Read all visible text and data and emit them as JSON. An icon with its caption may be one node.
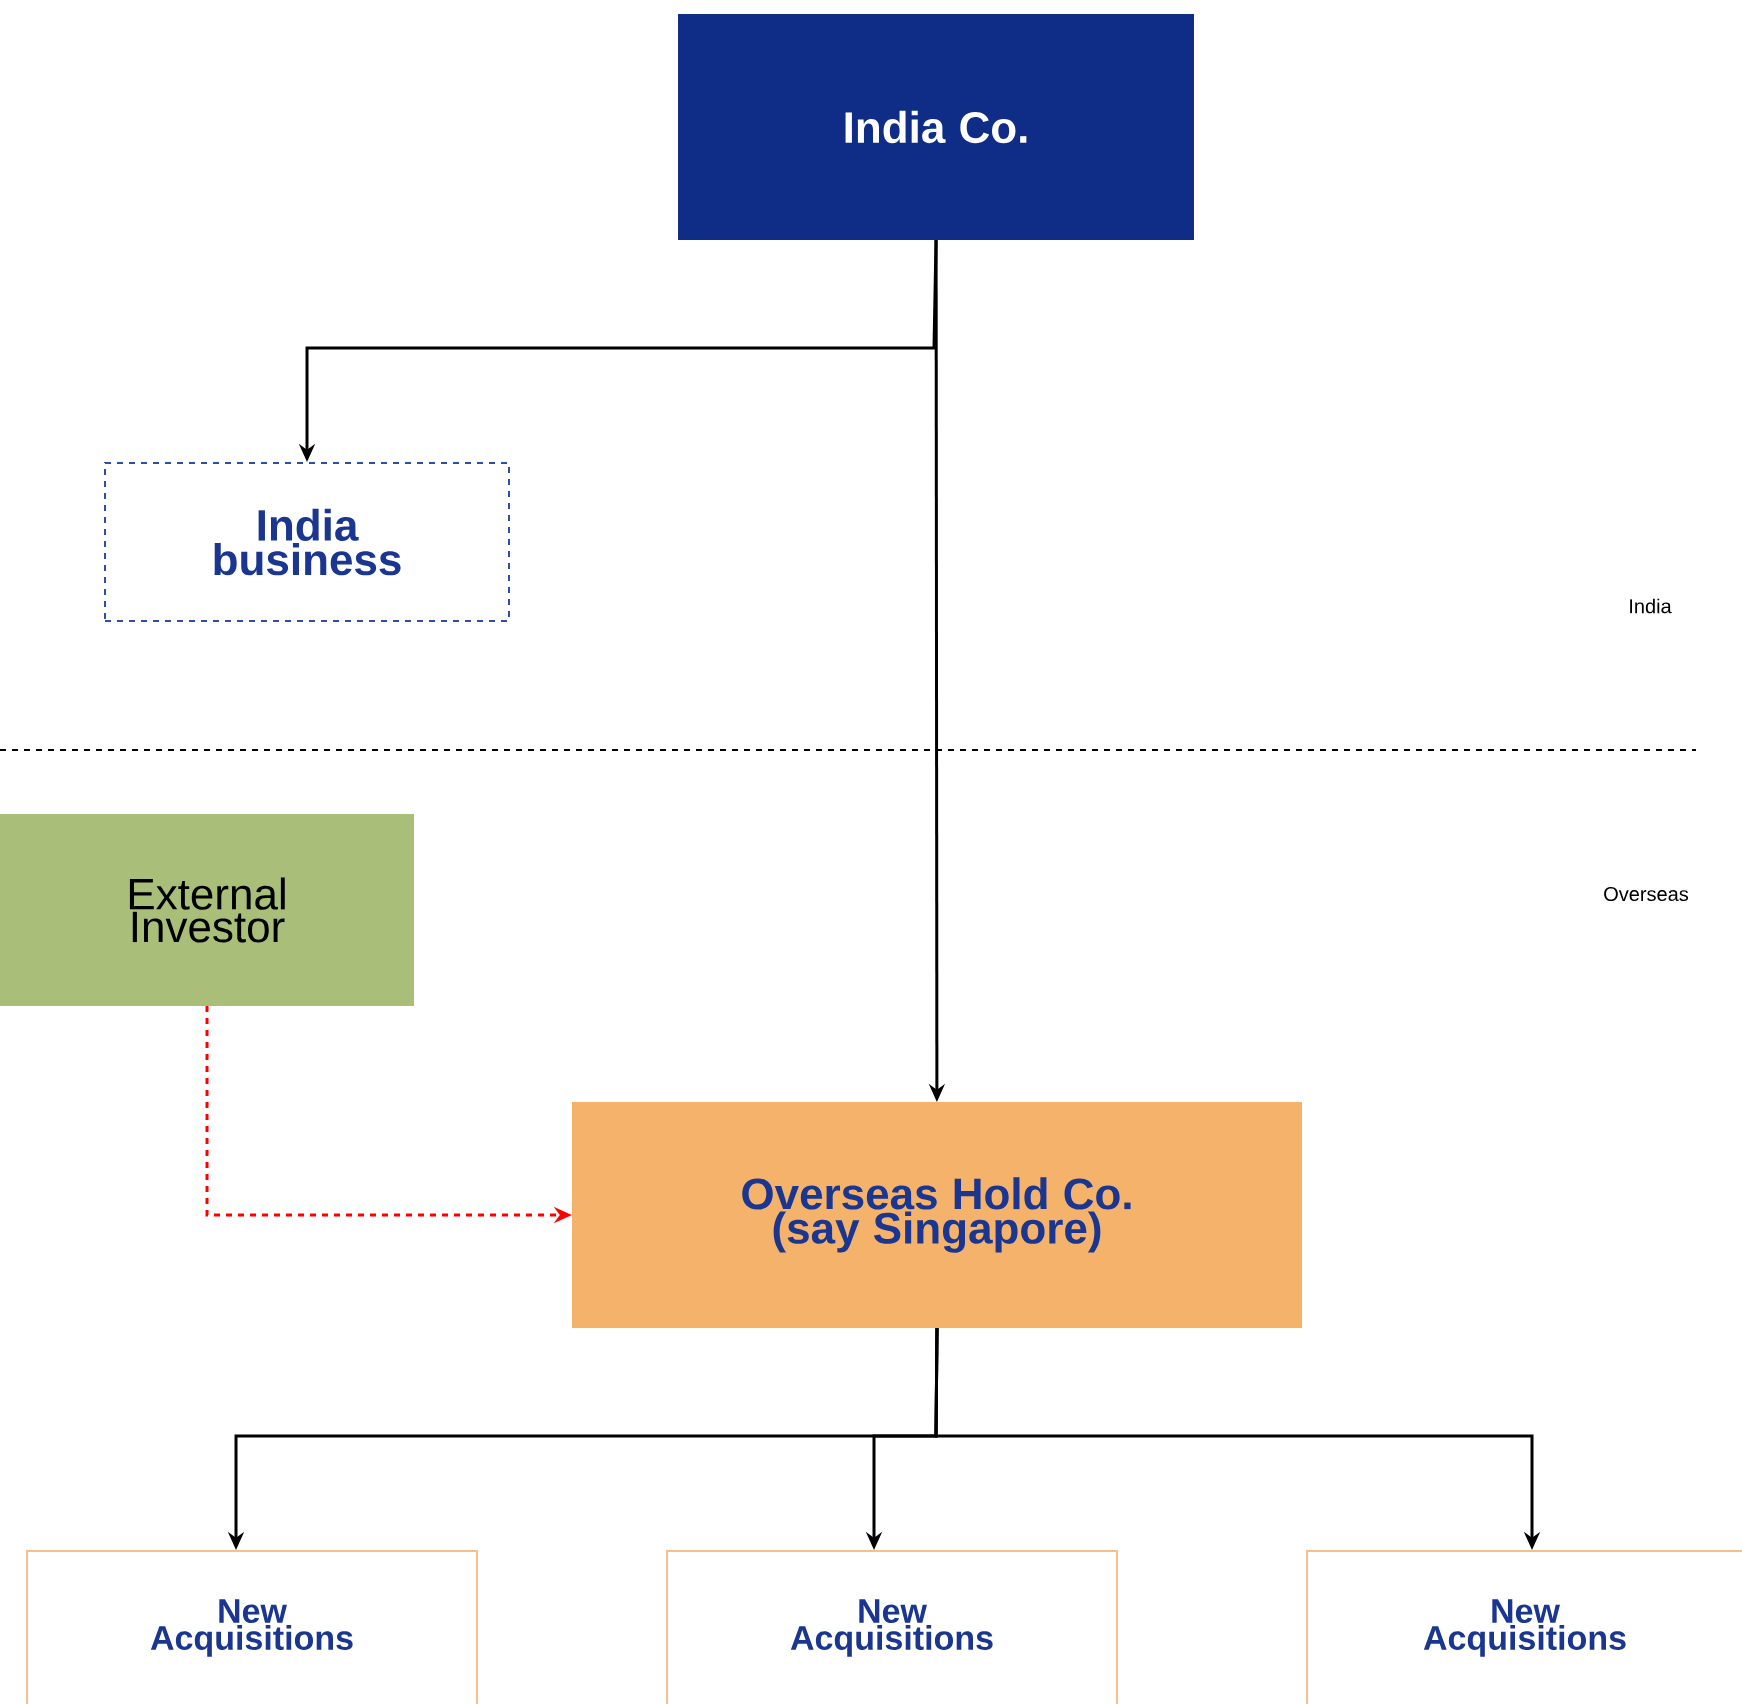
{
  "diagram": {
    "nodes": [
      {
        "text": [
          "India Co."
        ]
      },
      {
        "text": [
          "India business"
        ]
      },
      {
        "text": [
          "External Investor"
        ]
      },
      {
        "text": [
          "Overseas Hold Co. (say Singapore)"
        ]
      },
      {
        "text": [
          "New Acquisitions"
        ]
      },
      {
        "text": [
          "New Acquisitions"
        ]
      },
      {
        "text": [
          "New Acquisitions"
        ]
      }
    ],
    "edges": [
      {
        "from": 0,
        "to": 1,
        "arrow": "to"
      },
      {
        "from": 0,
        "to": 3,
        "arrow": "to"
      },
      {
        "from": 2,
        "to": 3,
        "arrow": "to",
        "style": "dashed",
        "color": "#ff0000"
      },
      {
        "from": 3,
        "to": 4,
        "arrow": "to"
      },
      {
        "from": 3,
        "to": 5,
        "arrow": "to"
      },
      {
        "from": 3,
        "to": 6,
        "arrow": "to"
      }
    ],
    "labels": [
      "India",
      "Overseas"
    ]
  }
}
